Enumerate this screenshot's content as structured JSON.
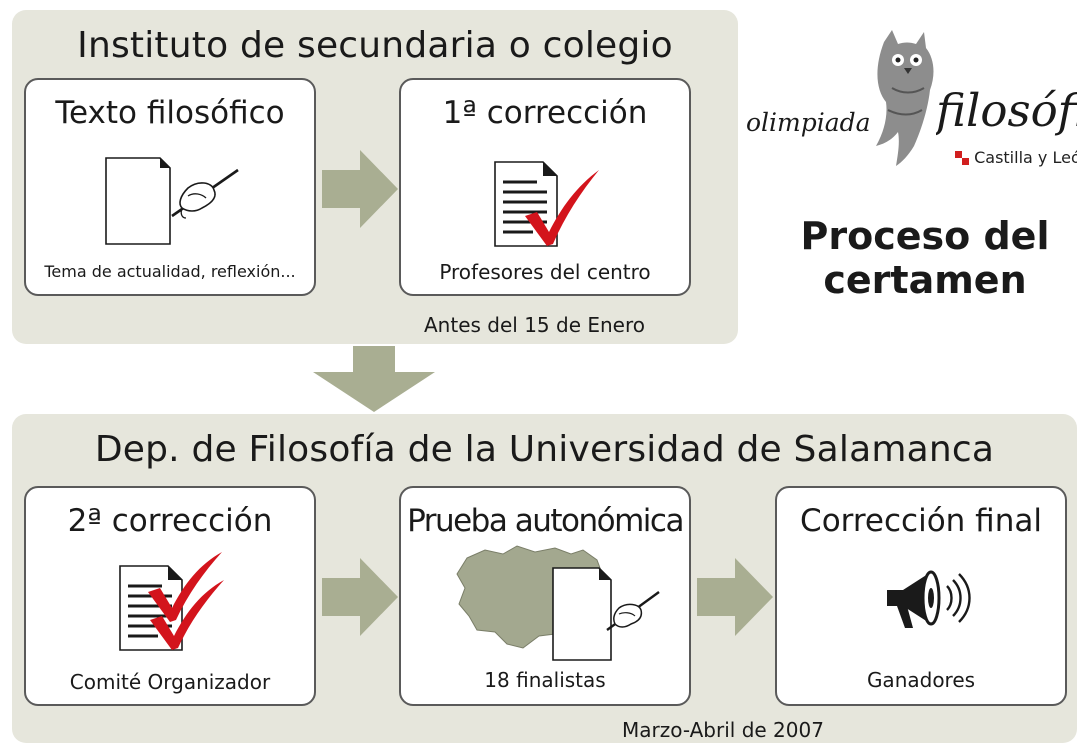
{
  "school": {
    "title": "Instituto de secundaria o colegio",
    "card_text": {
      "title": "Texto filosófico",
      "caption": "Tema de actualidad, reflexión..."
    },
    "card_first": {
      "title": "1ª corrección",
      "caption": "Profesores del centro"
    },
    "date": "Antes del 15 de Enero"
  },
  "university": {
    "title": "Dep. de Filosofía de la Universidad de Salamanca",
    "card_second": {
      "title": "2ª corrección",
      "caption": "Comité Organizador"
    },
    "card_regional": {
      "title": "Prueba autonómica",
      "caption": "18 finalistas"
    },
    "card_final": {
      "title": "Corrección final",
      "caption": "Ganadores"
    },
    "date": "Marzo-Abril de 2007"
  },
  "logo": {
    "word1": "olimpiada",
    "word2": "filosófica",
    "region": "Castilla y León"
  },
  "heading": {
    "line1": "Proceso del",
    "line2": "certamen"
  },
  "colors": {
    "panel": "#e6e6dc",
    "arrow": "#a9ae92",
    "check": "#d3141c",
    "map": "#a3a88f",
    "accent_red": "#d11f1f"
  },
  "icons": [
    "document-writing-icon",
    "checked-document-icon",
    "double-checked-document-icon",
    "region-map-icon",
    "megaphone-icon",
    "owl-logo-icon"
  ]
}
